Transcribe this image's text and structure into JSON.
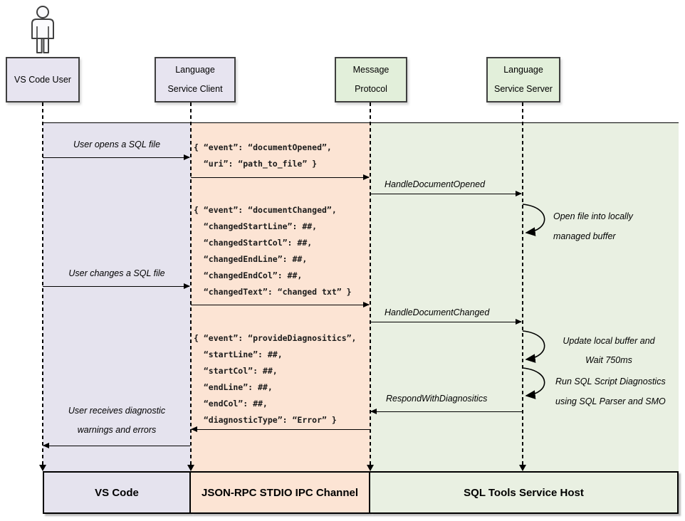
{
  "actors": {
    "user": {
      "line1": "VS Code User"
    },
    "client": {
      "line1": "Language",
      "line2": "Service Client"
    },
    "protocol": {
      "line1": "Message",
      "line2": "Protocol"
    },
    "server": {
      "line1": "Language",
      "line2": "Service Server"
    }
  },
  "messages": {
    "open_file": "User opens a SQL file",
    "handle_opened": "HandleDocumentOpened",
    "change_file": "User changes a SQL file",
    "handle_changed": "HandleDocumentChanged",
    "respond_diag": "RespondWithDiagnositics",
    "receive_line1": "User receives diagnostic",
    "receive_line2": "warnings and errors"
  },
  "notes": {
    "open_buffer": {
      "line1": "Open file into locally",
      "line2": "managed buffer"
    },
    "update_buffer": {
      "line1": "Update local buffer and",
      "line2": "Wait 750ms"
    },
    "run_diag": {
      "line1": "Run SQL Script Diagnostics",
      "line2": "using SQL Parser and SMO"
    }
  },
  "json_blocks": {
    "document_opened": {
      "l1": "{ “event”: “documentOpened”,",
      "l2": "  “uri”: “path_to_file” }"
    },
    "document_changed": {
      "l1": "{ “event”: “documentChanged”,",
      "l2": "  “changedStartLine”: ##,",
      "l3": "  “changedStartCol”: ##,",
      "l4": "  “changedEndLine”: ##,",
      "l5": "  “changedEndCol”: ##,",
      "l6": "  “changedText”: “changed txt” }"
    },
    "provide_diagnostics": {
      "l1": "{ “event”: “provideDiagnositics”,",
      "l2": "  “startLine”: ##,",
      "l3": "  “startCol”: ##,",
      "l4": "  “endLine”: ##,",
      "l5": "  “endCol”: ##,",
      "l6": "  “diagnosticType”: “Error” }"
    }
  },
  "footer": {
    "vscode": "VS Code",
    "channel": "JSON-RPC STDIO IPC Channel",
    "host": "SQL Tools Service Host"
  },
  "colors": {
    "lane-user": "#E5E3EE",
    "lane-ipc": "#FCE4D4",
    "lane-host": "#E9F0E2",
    "box-user": "#E7E4F0",
    "box-host": "#E2EFDA",
    "line": "#000000",
    "box-border": "#3F3F3F"
  }
}
